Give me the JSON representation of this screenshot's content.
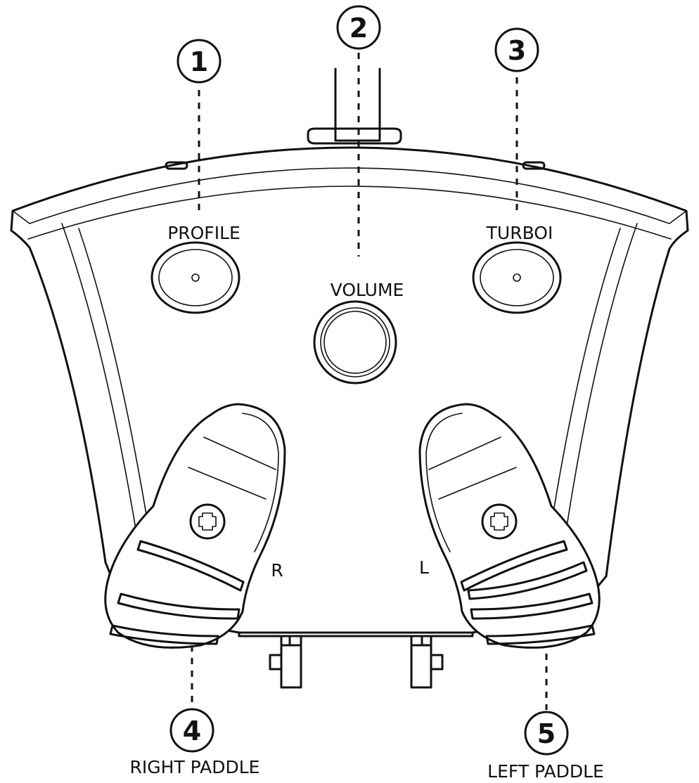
{
  "callouts": [
    {
      "number": "1",
      "label": "PROFILE"
    },
    {
      "number": "2",
      "label": "VOLUME"
    },
    {
      "number": "3",
      "label": "TURBOI"
    },
    {
      "number": "4",
      "label": "RIGHT PADDLE"
    },
    {
      "number": "5",
      "label": "LEFT PADDLE"
    }
  ],
  "paddle_marks": {
    "right": "R",
    "left": "L"
  }
}
